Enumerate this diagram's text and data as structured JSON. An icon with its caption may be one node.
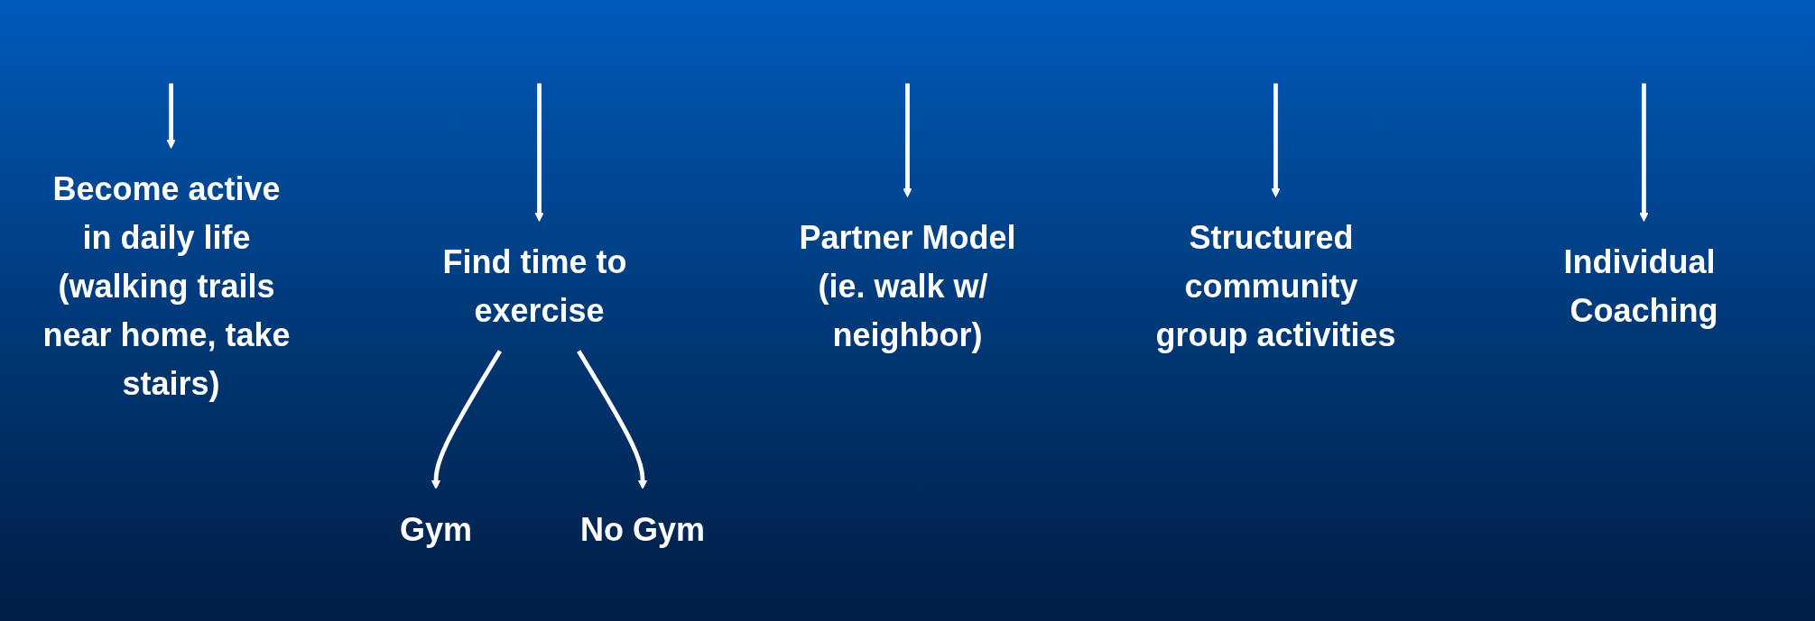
{
  "diagram": {
    "nodes": [
      {
        "text": [
          "Become active in daily life (walking trails near home, take stairs)"
        ]
      },
      {
        "text": [
          "Find time to exercise"
        ]
      },
      {
        "text": [
          "Gym"
        ]
      },
      {
        "text": [
          "No Gym"
        ]
      },
      {
        "text": [
          "Partner Model",
          "(ie. walk w/ neighbor)"
        ]
      },
      {
        "text": [
          "Structured community group activities"
        ]
      },
      {
        "text": [
          "Individual Coaching"
        ]
      }
    ],
    "edges": [
      {
        "from": null,
        "to": 0,
        "arrow": "to"
      },
      {
        "from": null,
        "to": 1,
        "arrow": "to"
      },
      {
        "from": null,
        "to": 4,
        "arrow": "to"
      },
      {
        "from": null,
        "to": 5,
        "arrow": "to"
      },
      {
        "from": null,
        "to": 6,
        "arrow": "to"
      },
      {
        "from": 1,
        "to": 2,
        "arrow": "to"
      },
      {
        "from": 1,
        "to": 3,
        "arrow": "to"
      }
    ]
  }
}
